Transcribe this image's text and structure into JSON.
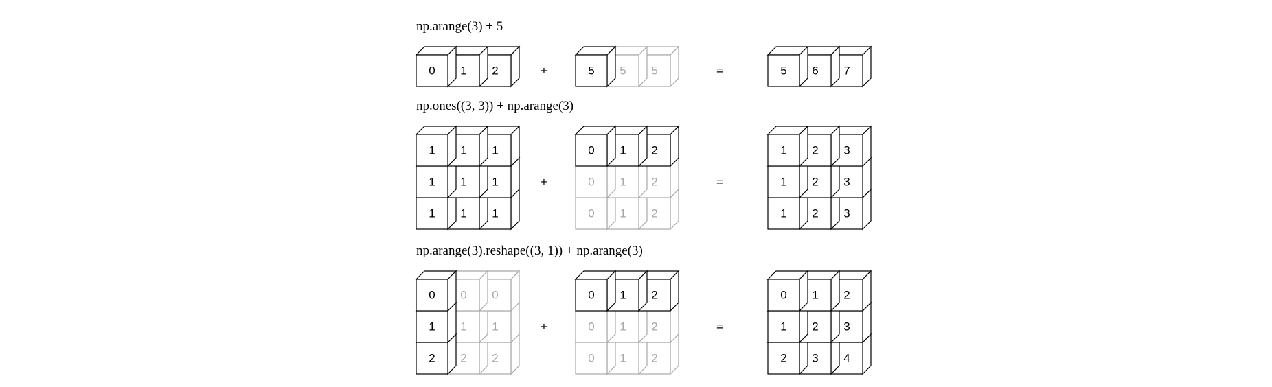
{
  "colors": {
    "solid": "#000000",
    "ghost": "#a8a8a8",
    "background": "#ffffff"
  },
  "rows": [
    {
      "expression": "np.arange(3) + 5",
      "plus": "+",
      "equals": "=",
      "left": {
        "cells": [
          [
            "0",
            "1",
            "2"
          ]
        ],
        "solid": [
          [
            true,
            true,
            true
          ]
        ]
      },
      "middle": {
        "cells": [
          [
            "5",
            "5",
            "5"
          ]
        ],
        "solid": [
          [
            true,
            false,
            false
          ]
        ]
      },
      "result": {
        "cells": [
          [
            "5",
            "6",
            "7"
          ]
        ],
        "solid": [
          [
            true,
            true,
            true
          ]
        ]
      }
    },
    {
      "expression": "np.ones((3, 3)) + np.arange(3)",
      "plus": "+",
      "equals": "=",
      "left": {
        "cells": [
          [
            "1",
            "1",
            "1"
          ],
          [
            "1",
            "1",
            "1"
          ],
          [
            "1",
            "1",
            "1"
          ]
        ],
        "solid": [
          [
            true,
            true,
            true
          ],
          [
            true,
            true,
            true
          ],
          [
            true,
            true,
            true
          ]
        ]
      },
      "middle": {
        "cells": [
          [
            "0",
            "1",
            "2"
          ],
          [
            "0",
            "1",
            "2"
          ],
          [
            "0",
            "1",
            "2"
          ]
        ],
        "solid": [
          [
            true,
            true,
            true
          ],
          [
            false,
            false,
            false
          ],
          [
            false,
            false,
            false
          ]
        ]
      },
      "result": {
        "cells": [
          [
            "1",
            "2",
            "3"
          ],
          [
            "1",
            "2",
            "3"
          ],
          [
            "1",
            "2",
            "3"
          ]
        ],
        "solid": [
          [
            true,
            true,
            true
          ],
          [
            true,
            true,
            true
          ],
          [
            true,
            true,
            true
          ]
        ]
      }
    },
    {
      "expression": "np.arange(3).reshape((3, 1)) + np.arange(3)",
      "plus": "+",
      "equals": "=",
      "left": {
        "cells": [
          [
            "0",
            "0",
            "0"
          ],
          [
            "1",
            "1",
            "1"
          ],
          [
            "2",
            "2",
            "2"
          ]
        ],
        "solid": [
          [
            true,
            false,
            false
          ],
          [
            true,
            false,
            false
          ],
          [
            true,
            false,
            false
          ]
        ]
      },
      "middle": {
        "cells": [
          [
            "0",
            "1",
            "2"
          ],
          [
            "0",
            "1",
            "2"
          ],
          [
            "0",
            "1",
            "2"
          ]
        ],
        "solid": [
          [
            true,
            true,
            true
          ],
          [
            false,
            false,
            false
          ],
          [
            false,
            false,
            false
          ]
        ]
      },
      "result": {
        "cells": [
          [
            "0",
            "1",
            "2"
          ],
          [
            "1",
            "2",
            "3"
          ],
          [
            "2",
            "3",
            "4"
          ]
        ],
        "solid": [
          [
            true,
            true,
            true
          ],
          [
            true,
            true,
            true
          ],
          [
            true,
            true,
            true
          ]
        ]
      }
    }
  ]
}
